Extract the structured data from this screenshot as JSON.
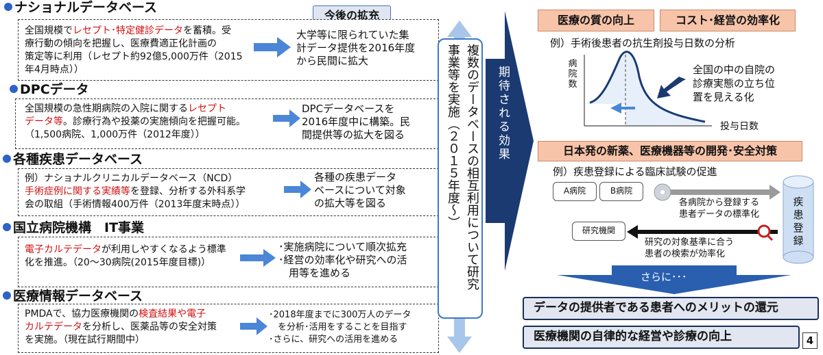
{
  "header_tag": "今後の拡充",
  "vertical_box": [
    "複数のデータベースの相互利用について研究",
    "事業等を実施（２０１５年度～）"
  ],
  "chevron_text": "期待される効果",
  "sections": [
    {
      "title": "ナショナルデータベース",
      "left": [
        [
          {
            "t": "全国規模で"
          },
          {
            "t": "レセプト･特定健診データ",
            "red": true
          },
          {
            "t": "を蓄積。受"
          }
        ],
        [
          {
            "t": "療行動の傾向を把握し、医療費適正化計画の"
          }
        ],
        [
          {
            "t": "策定等に利用（レセプト約92億5,000万件（2015"
          }
        ],
        [
          {
            "t": "年4月時点））"
          }
        ]
      ],
      "right": [
        "大学等に限られていた集",
        "計データ提供を2016年度",
        "から民間に拡大"
      ]
    },
    {
      "title": "DPCデータ",
      "left": [
        [
          {
            "t": "全国規模の急性期病院の入院に関する"
          },
          {
            "t": "レセプト",
            "red": true
          }
        ],
        [
          {
            "t": "データ等",
            "red": true
          },
          {
            "t": "。診療行為や投薬の実施傾向を把握可能。"
          }
        ],
        [
          {
            "t": "（1,500病院、1,000万件（2012年度））"
          }
        ]
      ],
      "right": [
        "DPCデータベースを",
        "2016年度中に構築。民",
        "間提供等の拡大を図る"
      ]
    },
    {
      "title": "各種疾患データベース",
      "left": [
        [
          {
            "t": "例）ナショナルクリニカルデータベース（NCD）"
          }
        ],
        [
          {
            "t": "手術症例に関する実績等",
            "red": true
          },
          {
            "t": "を登録、分析する外科系学"
          }
        ],
        [
          {
            "t": "会の取組（手術情報400万件（2013年度末時点））"
          }
        ]
      ],
      "right": [
        "各種の疾患データ",
        "ベースについて対象",
        "の拡大等を図る"
      ]
    },
    {
      "title": "国立病院機構　IT事業",
      "left": [
        [
          {
            "t": "電子カルテデータ",
            "red": true
          },
          {
            "t": "が利用しやすくなるよう標準"
          }
        ],
        [
          {
            "t": "化を推進。（20～30病院(2015年度目標)）"
          }
        ]
      ],
      "right": [
        "･実施病院について順次拡充",
        "･経営の効率化や研究への活",
        "　用等を進める"
      ]
    },
    {
      "title": "医療情報データベース",
      "left": [
        [
          {
            "t": "PMDAで、協力医療機関の"
          },
          {
            "t": "検査結果や電子",
            "red": true
          }
        ],
        [
          {
            "t": "カルテデータ",
            "red": true
          },
          {
            "t": "を分析し、医薬品等の安全対策"
          }
        ],
        [
          {
            "t": "を実施。（現在試行期間中）"
          }
        ]
      ],
      "right": [
        "･2018年度までに300万人のデータ",
        "　を分析･活用をすることを目指す",
        "･さらに、研究への活用を進める"
      ]
    }
  ],
  "effects": {
    "tag1": "医療の質の向上",
    "tag2": "コスト･経営の効率化",
    "example1": "例）手術後患者の抗生剤投与日数の分析",
    "chart_ylabel": [
      "病",
      "院",
      "数"
    ],
    "chart_xlabel": "投与日数",
    "chart_note": [
      "全国の中の自院の",
      "診療実態の立ち位",
      "置を見える化"
    ],
    "banner": "日本発の新薬、医療機器等の開発･安全対策",
    "example2": "例）疾患登録による臨床試験の促進",
    "hospital_a": "A病院",
    "hospital_b": "B病院",
    "flow1": [
      "各病院から登録する",
      "患者データの標準化"
    ],
    "registry": [
      "疾",
      "患",
      "登",
      "録"
    ],
    "research": "研究機関",
    "flow2": [
      "研究の対象基準に合う",
      "患者の検索が効率化"
    ],
    "further": "さらに･･･",
    "result1": "データの提供者である患者へのメリットの還元",
    "result2": "医療機関の自律的な経営や診療の向上",
    "page_number": "4"
  },
  "colors": {
    "accent_blue": "#2d63c8",
    "navy": "#1b3a72",
    "red_text": "#d01010",
    "orange": "#f7c4a9",
    "arrow_blue": "#4b86d8"
  }
}
